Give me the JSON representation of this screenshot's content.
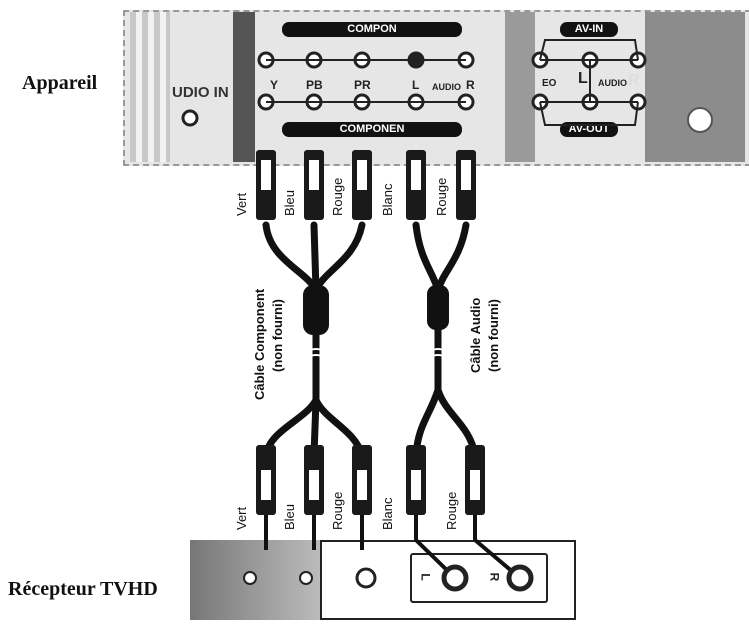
{
  "labels": {
    "device": "Appareil",
    "receiver": "Récepteur TVHD"
  },
  "device_panel": {
    "component_top": "COMPON",
    "component_bottom": "COMPONEN",
    "audio_in": "UDIO IN",
    "jack_y": "Y",
    "jack_pb": "PB",
    "jack_pr": "PR",
    "jack_l": "L",
    "jack_audio": "AUDIO",
    "jack_r": "R",
    "av_in": "AV-IN",
    "av_out": "AV-OUT",
    "av_l": "L",
    "av_audio": "AUDIO",
    "av_r": "R",
    "av_video": "EO"
  },
  "top_plugs": {
    "vert": "Vert",
    "bleu": "Bleu",
    "rouge": "Rouge",
    "blanc": "Blanc",
    "rouge2": "Rouge"
  },
  "cables": {
    "component": "Câble Component",
    "component_note": "(non fourni)",
    "audio": "Câble Audio",
    "audio_note": "(non fourni)"
  },
  "bottom_plugs": {
    "vert": "Vert",
    "bleu": "Bleu",
    "rouge": "Rouge",
    "blanc": "Blanc",
    "rouge2": "Rouge"
  },
  "receiver_panel": {
    "l": "L",
    "r": "R"
  }
}
